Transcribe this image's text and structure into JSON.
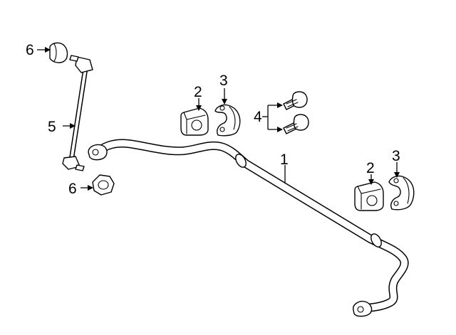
{
  "diagram": {
    "callouts": {
      "stabilizer_bar": "1",
      "bushing_left": "2",
      "bushing_right": "2",
      "bracket_left": "3",
      "bracket_right": "3",
      "bolts": "4",
      "link": "5",
      "nut_top": "6",
      "nut_bottom": "6"
    },
    "colors": {
      "line": "#000000",
      "background": "#ffffff"
    }
  }
}
